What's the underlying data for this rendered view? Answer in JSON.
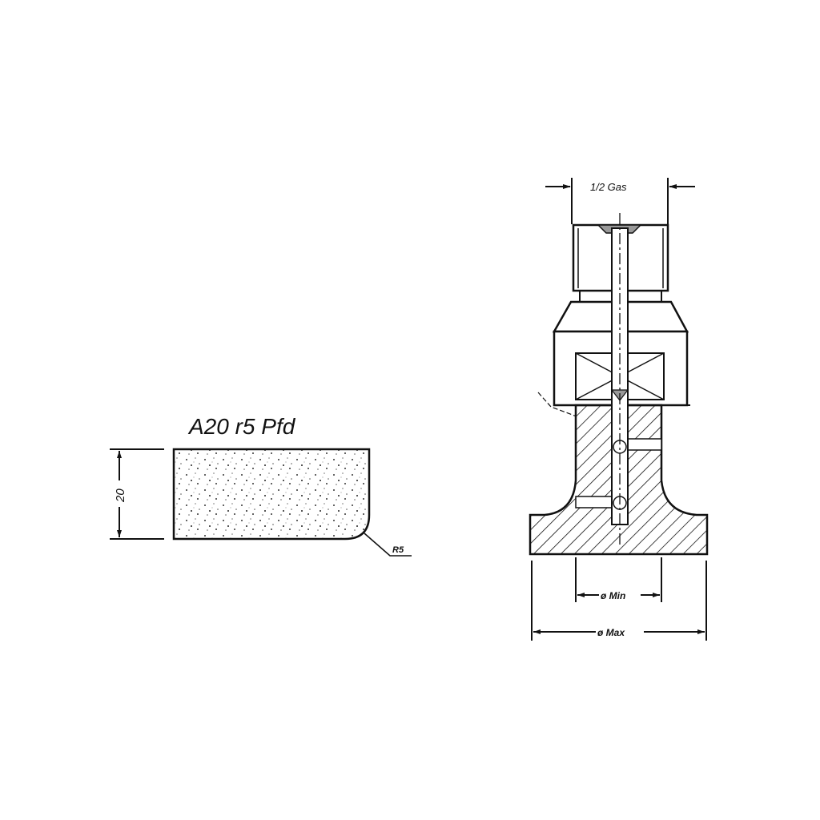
{
  "left_view": {
    "title": "A20 r5 Pfd",
    "height_dimension": "20",
    "radius_label": "R5"
  },
  "right_view": {
    "thread_label": "1/2 Gas",
    "min_dim_label": "ø Min",
    "max_dim_label": "ø Max"
  }
}
